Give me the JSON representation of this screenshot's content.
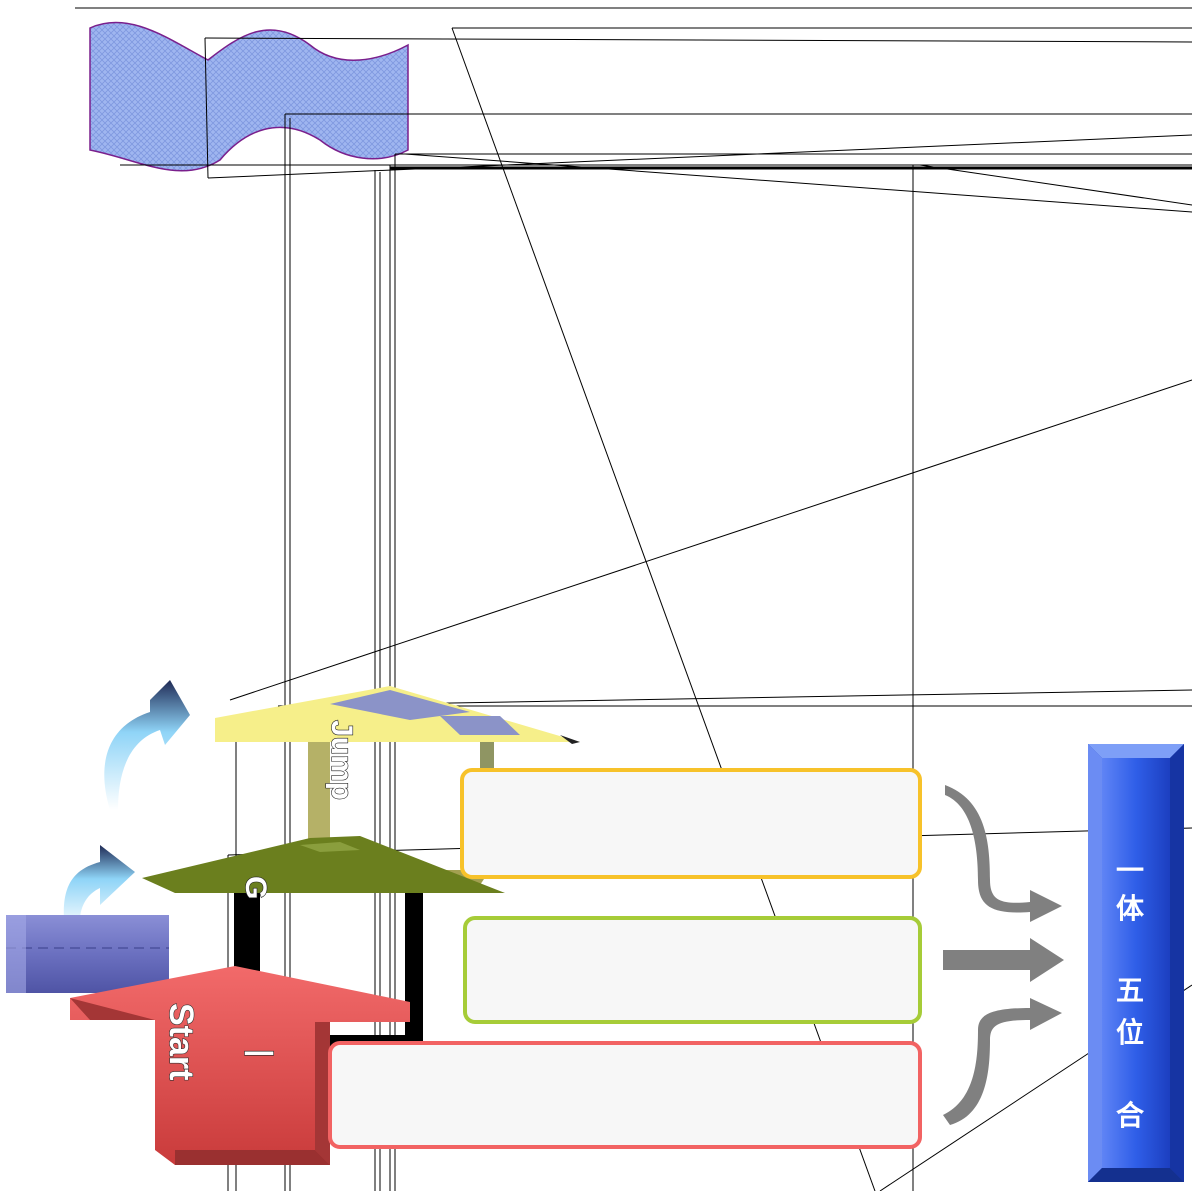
{
  "steps": {
    "start": {
      "label": "Start",
      "sub": "一",
      "color": "#e85c5c"
    },
    "go": {
      "label": "G",
      "color": "#6b7f1e"
    },
    "jump": {
      "label": "Jump",
      "color": "#f6ef8a"
    }
  },
  "boxes": [
    {
      "border": "#f7c22a",
      "text": ""
    },
    {
      "border": "#a6cc38",
      "text": ""
    },
    {
      "border": "#f26363",
      "text": ""
    }
  ],
  "banner": {
    "chars": [
      "一",
      "体",
      "五",
      "位",
      "合"
    ],
    "color": "#2f5ee8"
  }
}
